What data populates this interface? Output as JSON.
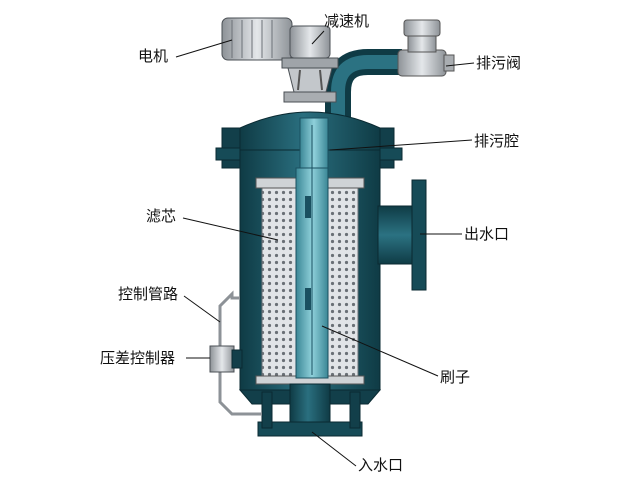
{
  "diagram": {
    "labels": {
      "motor": "电机",
      "reducer": "减速机",
      "drain_valve": "排污阀",
      "drain_chamber": "排污腔",
      "filter_element": "滤芯",
      "outlet": "出水口",
      "control_pipe": "控制管路",
      "dp_controller": "压差控制器",
      "brush": "刷子",
      "inlet": "入水口"
    },
    "colors": {
      "body": "#1f5c6b",
      "body_dark": "#123f4a",
      "steel": "#b8bcc0",
      "brush": "#5fa8b4",
      "screen": "#d9dcdf"
    }
  }
}
